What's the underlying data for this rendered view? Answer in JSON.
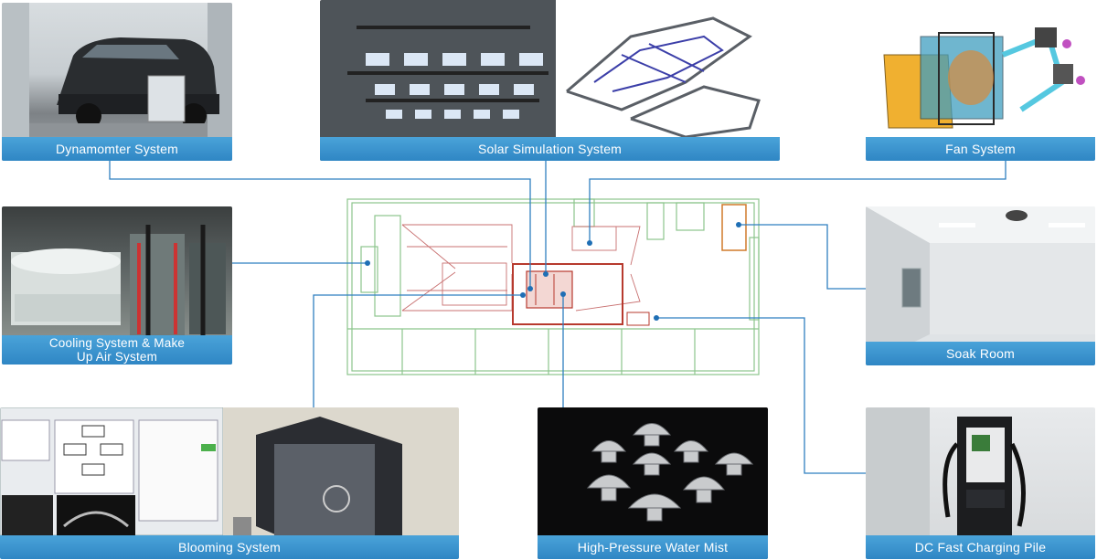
{
  "labels": {
    "dynamometer": "Dynamomter System",
    "solar": "Solar Simulation System",
    "fan": "Fan System",
    "cooling_line1": "Cooling System & Make",
    "cooling_line2": "Up Air System",
    "soak": "Soak Room",
    "blooming": "Blooming System",
    "water_mist": "High-Pressure Water Mist",
    "dc_charging": "DC Fast Charging Pile"
  },
  "colors": {
    "caption_blue": "#3a93cf",
    "connector_blue": "#2f7fc0",
    "floorplan_green": "#7dbb7d",
    "floorplan_red": "#c0392b"
  }
}
